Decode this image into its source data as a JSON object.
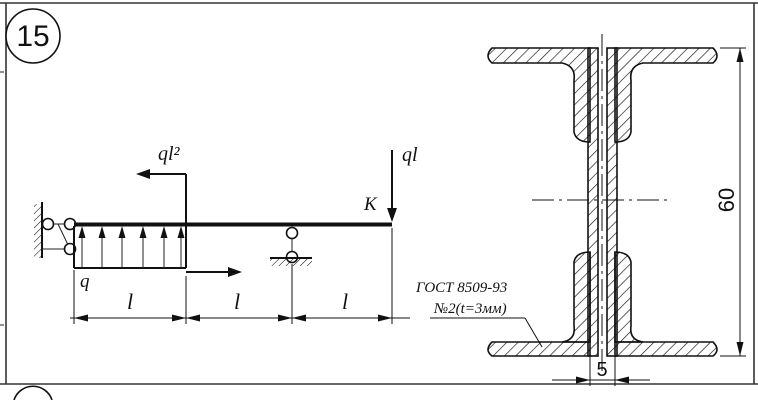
{
  "problem": {
    "number": "15"
  },
  "beam": {
    "labels": {
      "distributed_load": "q",
      "moment": "ql²",
      "force": "ql",
      "point": "K",
      "span_1": "l",
      "span_2": "l",
      "span_3": "l"
    }
  },
  "section": {
    "standard": "ГОСТ 8509-93",
    "profile": "№2(t=3мм)",
    "height_dim": "60",
    "gap_dim": "5"
  }
}
